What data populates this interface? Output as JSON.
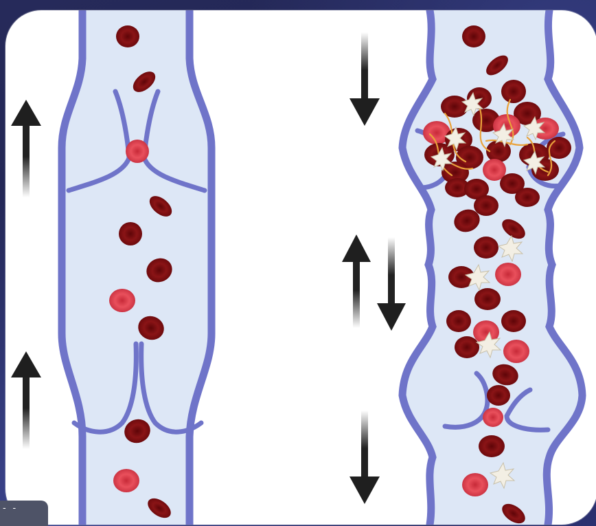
{
  "slide": {
    "footer_mark": "- -"
  },
  "diagram": {
    "panels": [
      {
        "id": "healthy-vein",
        "flow": "upward",
        "valves": 2,
        "state": "normal"
      },
      {
        "id": "thrombosed-vein",
        "flow": "downward-and-reflux",
        "valves": 2,
        "state": "clot at upper valve"
      }
    ]
  },
  "colors": {
    "vein_wall": "#6f74c9",
    "vein_lumen": "#dde7f6",
    "rbc_dark": "#7d0f12",
    "rbc_light": "#e0414e",
    "platelet": "#f1ece1",
    "fibrin": "#e9a23b",
    "arrow": "#1f1f1f"
  },
  "icons": [
    "up-arrow-icon",
    "down-arrow-icon",
    "red-blood-cell-icon",
    "platelet-icon"
  ]
}
